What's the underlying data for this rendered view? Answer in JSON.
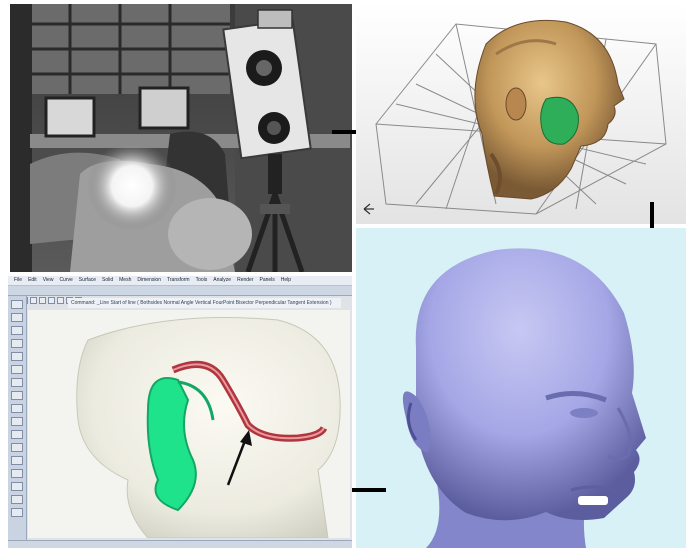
{
  "figure": {
    "panels": [
      {
        "id": "scanner-photo",
        "depicts": "laser scanner capturing mannequin head"
      },
      {
        "id": "raw-scan-model",
        "depicts": "textured 3D scan of head in bounding grid"
      },
      {
        "id": "smooth-head-model",
        "depicts": "smooth shaded 3D head mesh"
      },
      {
        "id": "cad-design-view",
        "depicts": "CAD software with ear device design"
      }
    ],
    "flow": [
      "scanner-photo",
      "raw-scan-model",
      "smooth-head-model",
      "cad-design-view"
    ]
  },
  "colors": {
    "arrow": "#000000",
    "head_mesh": "#a5a7e6",
    "panel3_bg": "#d7f1f7",
    "device_green": "#1fe38a",
    "device_red": "#b0353d"
  },
  "cad_ui": {
    "menu_items": [
      "File",
      "Edit",
      "View",
      "Curve",
      "Surface",
      "Solid",
      "Mesh",
      "Dimension",
      "Transform",
      "Tools",
      "Analyze",
      "Render",
      "Panels",
      "Help"
    ],
    "command_text": "Command: _Line  Start of line ( Bothsides Normal Angle Vertical FourPoint Bisector Perpendicular Tangent Extension )"
  }
}
